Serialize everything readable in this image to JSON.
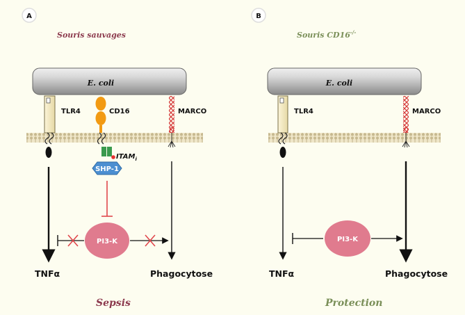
{
  "panel_a": {
    "badge": "A",
    "title": "Souris sauvages",
    "bacterium": "E. coli",
    "tlr4": "TLR4",
    "cd16": "CD16",
    "marco": "MARCO",
    "itam": "ITAM",
    "itam_sub": "i",
    "shp1": "SHP-1",
    "pi3k": "PI3-K",
    "tnf": "TNFα",
    "phago": "Phagocytose",
    "outcome": "Sepsis"
  },
  "panel_b": {
    "badge": "B",
    "title": "Souris CD16",
    "title_sup": "-/-",
    "bacterium": "E. coli",
    "tlr4": "TLR4",
    "marco": "MARCO",
    "pi3k": "PI3-K",
    "tnf": "TNFα",
    "phago": "Phagocytose",
    "outcome": "Protection"
  },
  "colors": {
    "background": "#fdfdf0",
    "title_a": "#8c3a4e",
    "title_b": "#7a8f58",
    "pi3k": "#e07b8e",
    "shp1": "#4c8fd1",
    "cd16": "#f29a12",
    "itam": "#3a9a4e",
    "marco": "#d63b3b",
    "cross": "#e0474c"
  }
}
